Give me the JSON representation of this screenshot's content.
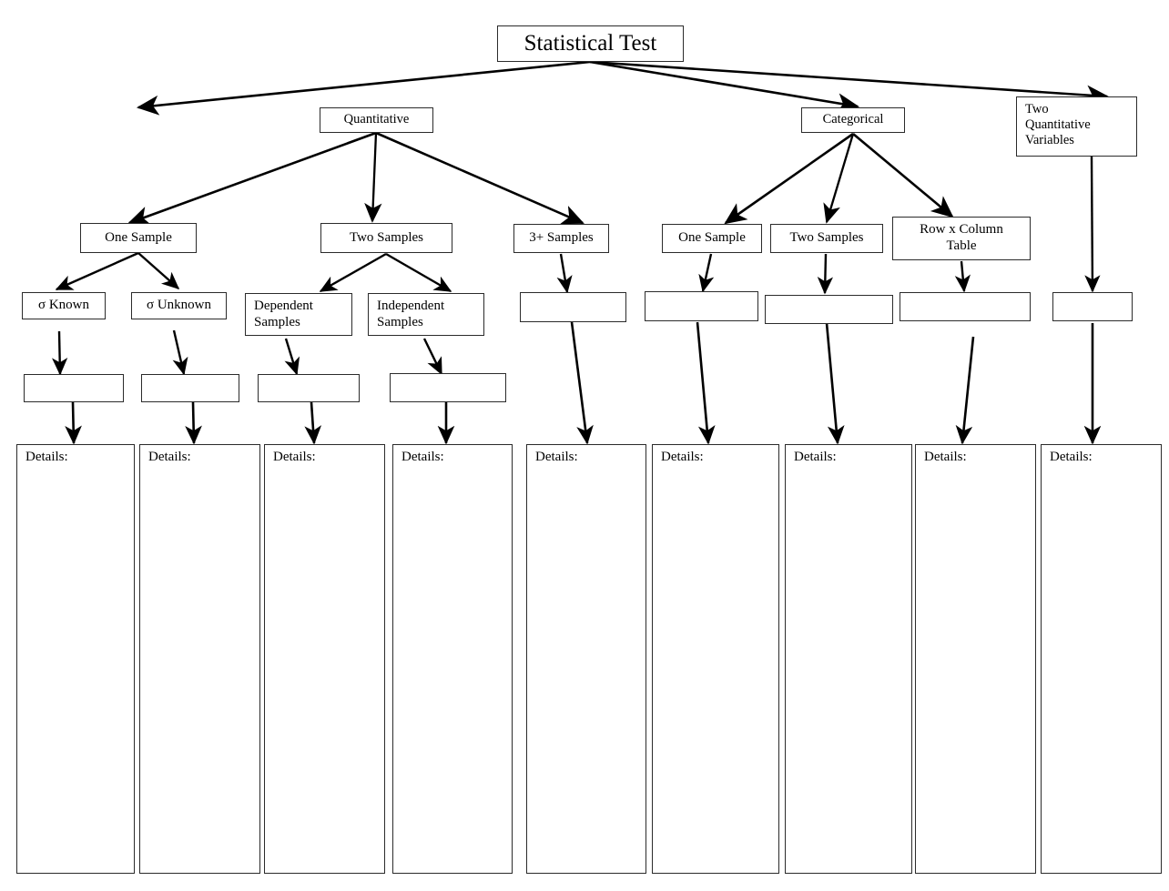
{
  "diagram": {
    "title": "Statistical Test flowchart",
    "root": {
      "label": "Statistical Test"
    },
    "level2": [
      {
        "name": "quantitative",
        "label": "Quantitative"
      },
      {
        "name": "categorical",
        "label": "Categorical"
      },
      {
        "name": "two-quantitative-variables",
        "label": "Two\nQuantitative\nVariables"
      }
    ],
    "level3": [
      {
        "name": "quant-one-sample",
        "label": "One Sample"
      },
      {
        "name": "quant-two-samples",
        "label": "Two Samples"
      },
      {
        "name": "quant-three-plus-samples",
        "label": "3+ Samples"
      },
      {
        "name": "cat-one-sample",
        "label": "One Sample"
      },
      {
        "name": "cat-two-samples",
        "label": "Two Samples"
      },
      {
        "name": "cat-row-x-column-table",
        "label": "Row x Column\nTable"
      }
    ],
    "level4": [
      {
        "name": "sigma-known",
        "label": "σ Known"
      },
      {
        "name": "sigma-unknown",
        "label": "σ Unknown"
      },
      {
        "name": "dependent-samples",
        "label": "Dependent\nSamples"
      },
      {
        "name": "independent-samples",
        "label": "Independent\nSamples"
      }
    ],
    "answer_boxes": [
      {
        "name": "answer-box-sigma-known",
        "label": ""
      },
      {
        "name": "answer-box-sigma-unknown",
        "label": ""
      },
      {
        "name": "answer-box-dependent-samples",
        "label": ""
      },
      {
        "name": "answer-box-independent-samples",
        "label": ""
      },
      {
        "name": "answer-box-three-plus-samples",
        "label": ""
      },
      {
        "name": "answer-box-cat-one-sample",
        "label": ""
      },
      {
        "name": "answer-box-cat-two-samples",
        "label": ""
      },
      {
        "name": "answer-box-row-x-column-table",
        "label": ""
      },
      {
        "name": "answer-box-two-quantitative-variables",
        "label": ""
      }
    ],
    "details_boxes": [
      {
        "name": "details-box-1",
        "label": "Details:"
      },
      {
        "name": "details-box-2",
        "label": "Details:"
      },
      {
        "name": "details-box-3",
        "label": "Details:"
      },
      {
        "name": "details-box-4",
        "label": "Details:"
      },
      {
        "name": "details-box-5",
        "label": "Details:"
      },
      {
        "name": "details-box-6",
        "label": "Details:"
      },
      {
        "name": "details-box-7",
        "label": "Details:"
      },
      {
        "name": "details-box-8",
        "label": "Details:"
      },
      {
        "name": "details-box-9",
        "label": "Details:"
      }
    ],
    "colors": {
      "stroke": "#2b2b2b",
      "arrow": "#000000",
      "background": "#ffffff",
      "text": "#000000"
    }
  }
}
